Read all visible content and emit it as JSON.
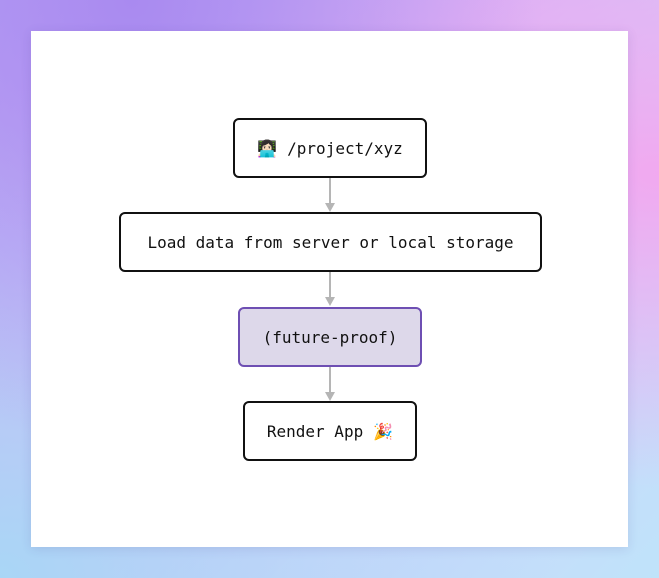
{
  "diagram": {
    "nodes": [
      {
        "id": "route",
        "emoji": "👩🏻‍💻",
        "label": "/project/xyz"
      },
      {
        "id": "load",
        "label": "Load data from server or local storage"
      },
      {
        "id": "future",
        "label": "(future-proof)"
      },
      {
        "id": "render",
        "label": "Render App",
        "emoji": "🎉"
      }
    ],
    "edges": [
      {
        "from": "route",
        "to": "load"
      },
      {
        "from": "load",
        "to": "future"
      },
      {
        "from": "future",
        "to": "render"
      }
    ],
    "colors": {
      "node_border": "#111111",
      "highlight_fill": "#ddd8ea",
      "highlight_border": "#6e4fb3",
      "edge": "#b5b5b5"
    }
  }
}
